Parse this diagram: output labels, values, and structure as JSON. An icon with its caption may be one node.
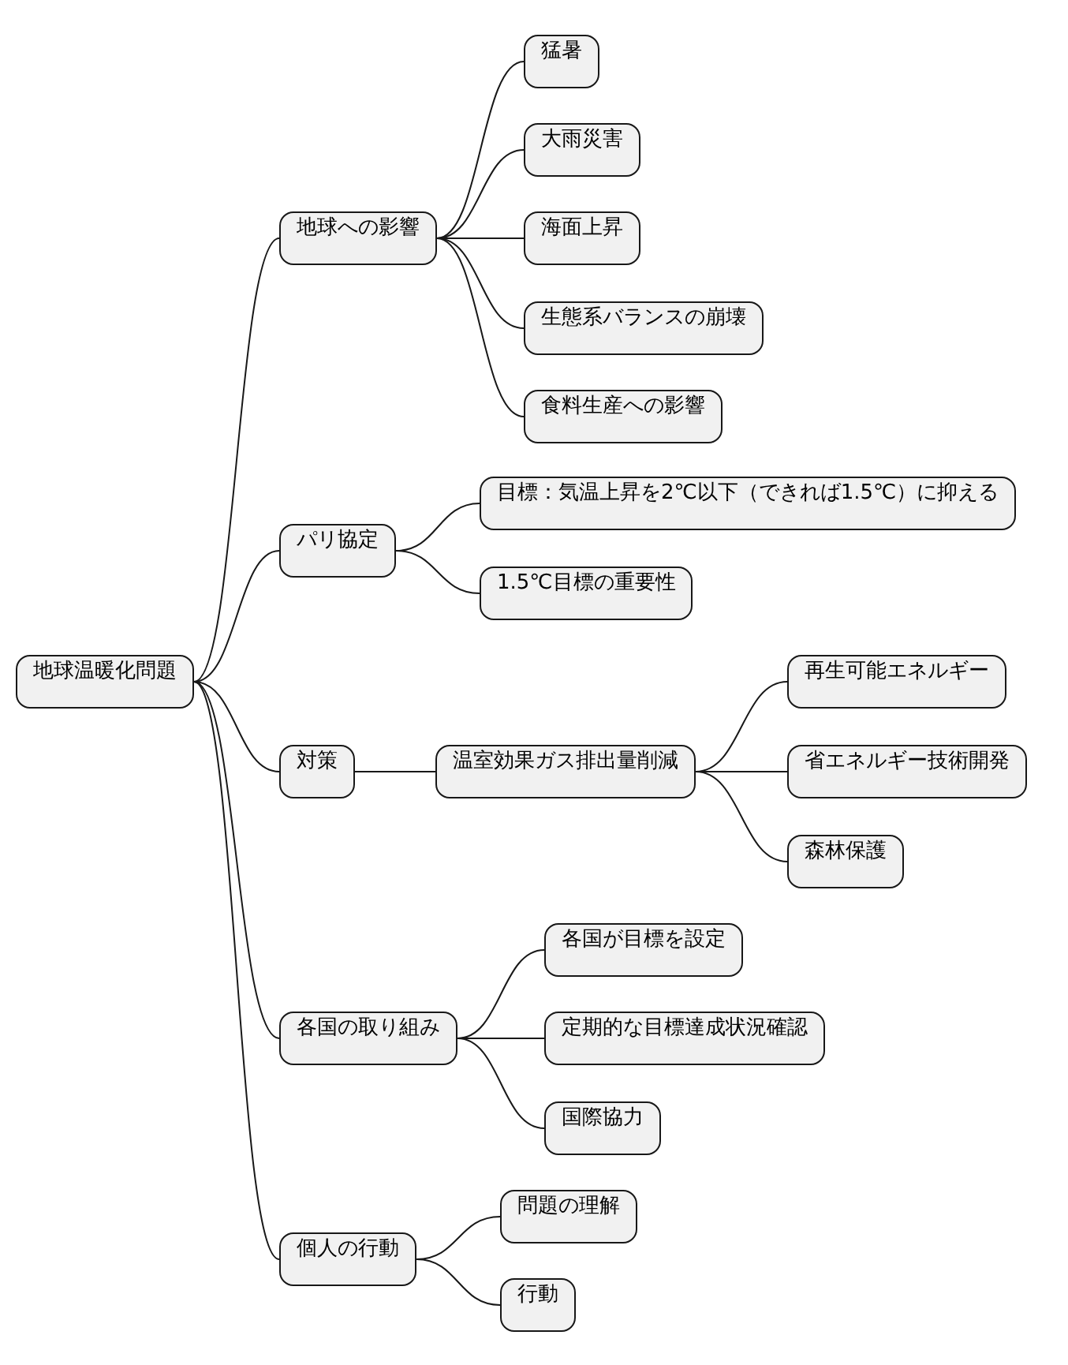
{
  "diagram": {
    "nodes": [
      {
        "text": [
          "地球温暖化問題"
        ]
      },
      {
        "text": [
          "地球への影響"
        ]
      },
      {
        "text": [
          "猛暑"
        ]
      },
      {
        "text": [
          "大雨災害"
        ]
      },
      {
        "text": [
          "海面上昇"
        ]
      },
      {
        "text": [
          "生態系バランスの崩壊"
        ]
      },
      {
        "text": [
          "食料生産への影響"
        ]
      },
      {
        "text": [
          "パリ協定"
        ]
      },
      {
        "text": [
          "目標：気温上昇を2℃以下（できれば1.5℃）に抑える"
        ]
      },
      {
        "text": [
          "1.5℃目標の重要性"
        ]
      },
      {
        "text": [
          "対策"
        ]
      },
      {
        "text": [
          "温室効果ガス排出量削減"
        ]
      },
      {
        "text": [
          "再生可能エネルギー"
        ]
      },
      {
        "text": [
          "省エネルギー技術開発"
        ]
      },
      {
        "text": [
          "森林保護"
        ]
      },
      {
        "text": [
          "各国の取り組み"
        ]
      },
      {
        "text": [
          "各国が目標を設定"
        ]
      },
      {
        "text": [
          "定期的な目標達成状況確認"
        ]
      },
      {
        "text": [
          "国際協力"
        ]
      },
      {
        "text": [
          "個人の行動"
        ]
      },
      {
        "text": [
          "問題の理解"
        ]
      },
      {
        "text": [
          "行動"
        ]
      }
    ],
    "edges": [
      {
        "from": 0,
        "to": 1,
        "arrow": "none"
      },
      {
        "from": 1,
        "to": 2,
        "arrow": "none"
      },
      {
        "from": 1,
        "to": 3,
        "arrow": "none"
      },
      {
        "from": 1,
        "to": 4,
        "arrow": "none"
      },
      {
        "from": 1,
        "to": 5,
        "arrow": "none"
      },
      {
        "from": 1,
        "to": 6,
        "arrow": "none"
      },
      {
        "from": 0,
        "to": 7,
        "arrow": "none"
      },
      {
        "from": 7,
        "to": 8,
        "arrow": "none"
      },
      {
        "from": 7,
        "to": 9,
        "arrow": "none"
      },
      {
        "from": 0,
        "to": 10,
        "arrow": "none"
      },
      {
        "from": 10,
        "to": 11,
        "arrow": "none"
      },
      {
        "from": 11,
        "to": 12,
        "arrow": "none"
      },
      {
        "from": 11,
        "to": 13,
        "arrow": "none"
      },
      {
        "from": 11,
        "to": 14,
        "arrow": "none"
      },
      {
        "from": 0,
        "to": 15,
        "arrow": "none"
      },
      {
        "from": 15,
        "to": 16,
        "arrow": "none"
      },
      {
        "from": 15,
        "to": 17,
        "arrow": "none"
      },
      {
        "from": 15,
        "to": 18,
        "arrow": "none"
      },
      {
        "from": 0,
        "to": 19,
        "arrow": "none"
      },
      {
        "from": 19,
        "to": 20,
        "arrow": "none"
      },
      {
        "from": 19,
        "to": 21,
        "arrow": "none"
      }
    ]
  }
}
